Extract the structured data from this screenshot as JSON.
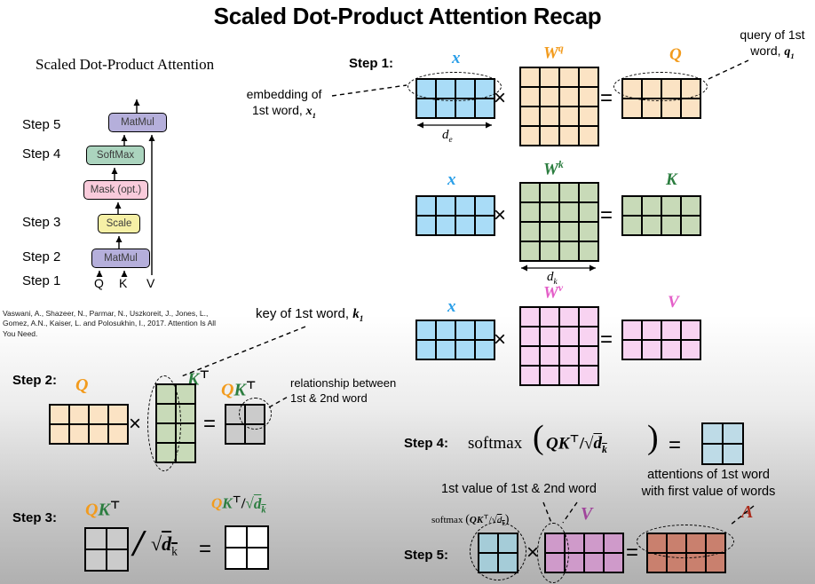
{
  "title": "Scaled Dot-Product Attention Recap",
  "colors": {
    "blue": "#2b9fe8",
    "orange": "#f29b1d",
    "green": "#2b7d3f",
    "magenta": "#e45ec8",
    "plum": "#a0459b",
    "dark_red": "#ab2d1e",
    "box_matmul": "#b5afdb",
    "box_softmax": "#abd4be",
    "box_mask": "#f9cbdb",
    "box_scale": "#f6f0a6"
  },
  "flow": {
    "heading": "Scaled Dot-Product Attention",
    "box_matmul_top": "MatMul",
    "box_softmax": "SoftMax",
    "box_mask": "Mask (opt.)",
    "box_scale": "Scale",
    "box_matmul_bottom": "MatMul",
    "step_5": "Step 5",
    "step_4": "Step 4",
    "step_3": "Step 3",
    "step_2": "Step 2",
    "step_1": "Step 1",
    "input_q": "Q",
    "input_k": "K",
    "input_v": "V",
    "citation": "Vaswani, A., Shazeer, N., Parmar, N., Uszkoreit, J., Jones, L.,\nGomez, A.N., Kaiser, L. and Polosukhin, I., 2017. Attention Is All\nYou Need."
  },
  "step1": {
    "heading": "Step 1:",
    "x": "x",
    "w": "W",
    "sup_q": "q",
    "sup_k": "k",
    "sup_v": "v",
    "q": "Q",
    "k": "K",
    "v": "V",
    "embedding_note": "embedding of\n1st word, ",
    "embedding_math_base": "x",
    "embedding_math_sub": "1",
    "query_note": "query of 1st\nword, ",
    "query_math_base": "q",
    "query_math_sub": "1",
    "d_base": "d",
    "d_e_sub": "e",
    "d_k_sub": "k",
    "times": "×",
    "equals": "="
  },
  "step2": {
    "heading": "Step 2:",
    "q": "Q",
    "k": "K",
    "sup_t": "⊤",
    "key_note": "key of 1st word, ",
    "key_math_base": "k",
    "key_math_sub": "1",
    "rel_note": "relationship between\n1st & 2nd word",
    "times": "×",
    "equals": "="
  },
  "step3": {
    "heading": "Step 3:",
    "q": "Q",
    "k": "K",
    "sup_t": "⊤",
    "slash": "/",
    "sqrt": "√",
    "d_base": "d",
    "d_sub": "k",
    "equals": "="
  },
  "step4": {
    "heading": "Step 4:",
    "softmax": "softmax",
    "lparen": "(",
    "rparen": ")",
    "q": "Q",
    "k": "K",
    "sup_t": "⊤",
    "slash": "/",
    "sqrt": "√",
    "d_base": "d",
    "d_sub": "k",
    "equals": "="
  },
  "step5": {
    "heading": "Step 5:",
    "value_note": "1st value of 1st & 2nd word",
    "attn_note": "attentions of 1st word\nwith first value of words",
    "softmax": "softmax",
    "lparen": "(",
    "rparen": ")",
    "q": "Q",
    "k": "K",
    "sup_t": "⊤",
    "slash": "/",
    "sqrt": "√",
    "d_base": "d",
    "d_sub": "k",
    "v": "V",
    "a": "A",
    "times": "×",
    "equals": "="
  },
  "matrices": {
    "s1_x": {
      "rows": 2,
      "cols": 4,
      "cell": 22,
      "fill": "#a9dcf7"
    },
    "s1_wq": {
      "rows": 4,
      "cols": 4,
      "cell": 22,
      "fill": "#fbe3c4"
    },
    "s1_q": {
      "rows": 2,
      "cols": 4,
      "cell": 22,
      "fill": "#fbe3c4"
    },
    "s1_x2": {
      "rows": 2,
      "cols": 4,
      "cell": 22,
      "fill": "#a9dcf7"
    },
    "s1_wk": {
      "rows": 4,
      "cols": 4,
      "cell": 22,
      "fill": "#c8dab8"
    },
    "s1_k": {
      "rows": 2,
      "cols": 4,
      "cell": 22,
      "fill": "#c8dab8"
    },
    "s1_x3": {
      "rows": 2,
      "cols": 4,
      "cell": 22,
      "fill": "#a9dcf7"
    },
    "s1_wv": {
      "rows": 4,
      "cols": 4,
      "cell": 22,
      "fill": "#f8d3f1"
    },
    "s1_v": {
      "rows": 2,
      "cols": 4,
      "cell": 22,
      "fill": "#f8d3f1"
    },
    "s2_q": {
      "rows": 2,
      "cols": 4,
      "cell": 22,
      "fill": "#fbe3c4"
    },
    "s2_kt": {
      "rows": 4,
      "cols": 2,
      "cell": 22,
      "fill": "#c8dab8"
    },
    "s2_qkt": {
      "rows": 2,
      "cols": 2,
      "cell": 22,
      "fill": "#cbcbcb"
    },
    "s3_qkt": {
      "rows": 2,
      "cols": 2,
      "cell": 24,
      "fill": "#cbcbcb"
    },
    "s3_result": {
      "rows": 2,
      "cols": 2,
      "cell": 24,
      "fill": "#ffffff"
    },
    "s4_result": {
      "rows": 2,
      "cols": 2,
      "cell": 23,
      "fill": "#bedbe7"
    },
    "s5_softmax": {
      "rows": 2,
      "cols": 2,
      "cell": 22,
      "fill": "#a5ccd8"
    },
    "s5_v": {
      "rows": 2,
      "cols": 4,
      "cell": 22,
      "fill": "#cf9aca"
    },
    "s5_a": {
      "rows": 2,
      "cols": 4,
      "cell": 22,
      "fill": "#c9806e"
    }
  }
}
